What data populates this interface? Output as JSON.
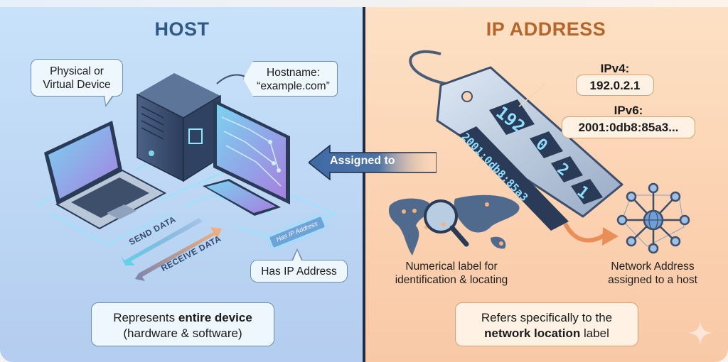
{
  "host": {
    "title": "HOST",
    "physical_bubble": {
      "line1": "Physical or",
      "line2": "Virtual Device"
    },
    "hostname_tag": {
      "label": "Hostname:",
      "value": "“example.com”"
    },
    "flow": {
      "send": "SEND DATA",
      "receive": "RECEIVE DATA"
    },
    "device_tag": "Has IP Address",
    "has_ip_bubble": "Has IP Address",
    "summary": {
      "prefix": "Represents ",
      "bold": "entire device",
      "line2": "(hardware & software)"
    },
    "devices": [
      "laptop-icon",
      "server-tower-icon",
      "monitor-icon",
      "smartphone-icon"
    ]
  },
  "connector": {
    "label": "Assigned to",
    "direction": "left"
  },
  "ip": {
    "title": "IP ADDRESS",
    "tag_display": {
      "ipv4_digits": [
        "192",
        "0",
        "2",
        "1"
      ],
      "ipv6_text": "2001:0db8:85a3"
    },
    "ipv4": {
      "label": "IPv4:",
      "value": "192.0.2.1"
    },
    "ipv6": {
      "label": "IPv6:",
      "value": "2001:0db8:85a3..."
    },
    "caption_left": {
      "line1": "Numerical label for",
      "line2": "identification & locating"
    },
    "caption_right": {
      "line1": "Network Address",
      "line2": "assigned to a host"
    },
    "summary": {
      "line1": "Refers specifically to the",
      "bold": "network location",
      "suffix": " label"
    },
    "icons": [
      "world-map-icon",
      "magnifier-icon",
      "network-globe-icon"
    ]
  },
  "colors": {
    "host_title": "#2e5a86",
    "ip_title": "#b8652c",
    "host_bg": "#c2dcf7",
    "ip_bg": "#fbd6b7",
    "divider": "#1f2d44"
  }
}
